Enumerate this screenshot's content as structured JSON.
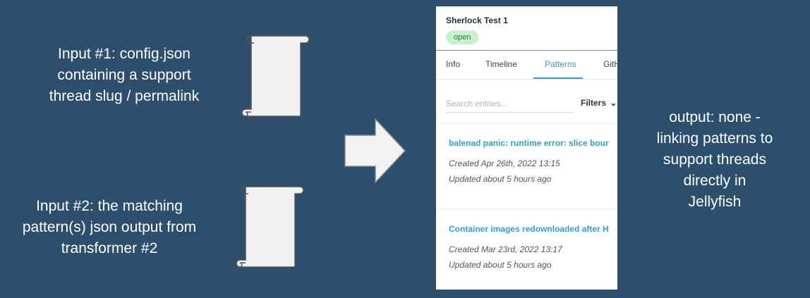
{
  "input1": {
    "lines": [
      "Input #1:  config.json",
      "containing a support",
      "thread slug / permalink"
    ]
  },
  "input2": {
    "lines": [
      "Input #2:  the matching",
      "pattern(s) json output from",
      "transformer #2"
    ]
  },
  "output": {
    "lines": [
      "output:  none -",
      "linking patterns to",
      "support threads",
      "directly in",
      "Jellyfish"
    ]
  },
  "screenshot": {
    "title": "Sherlock Test 1",
    "status_badge": "open",
    "tabs": [
      "Info",
      "Timeline",
      "Patterns",
      "GitH"
    ],
    "active_tab": "Patterns",
    "search_placeholder": "Search entries...",
    "filters_label": "Filters",
    "entries": [
      {
        "title": "balenad panic: runtime error: slice bour",
        "created": "Created Apr 26th, 2022 13:15",
        "updated": "Updated about 5 hours ago"
      },
      {
        "title": "Container images redownloaded after H",
        "created": "Created Mar 23rd, 2022 13:17",
        "updated": "Updated about 5 hours ago"
      }
    ]
  },
  "colors": {
    "background": "#2d4f6e",
    "document_fill": "#f0f0f0",
    "arrow_fill": "#f2f2f2",
    "accent": "#2aa1d8",
    "badge_bg": "#c8efd0"
  }
}
